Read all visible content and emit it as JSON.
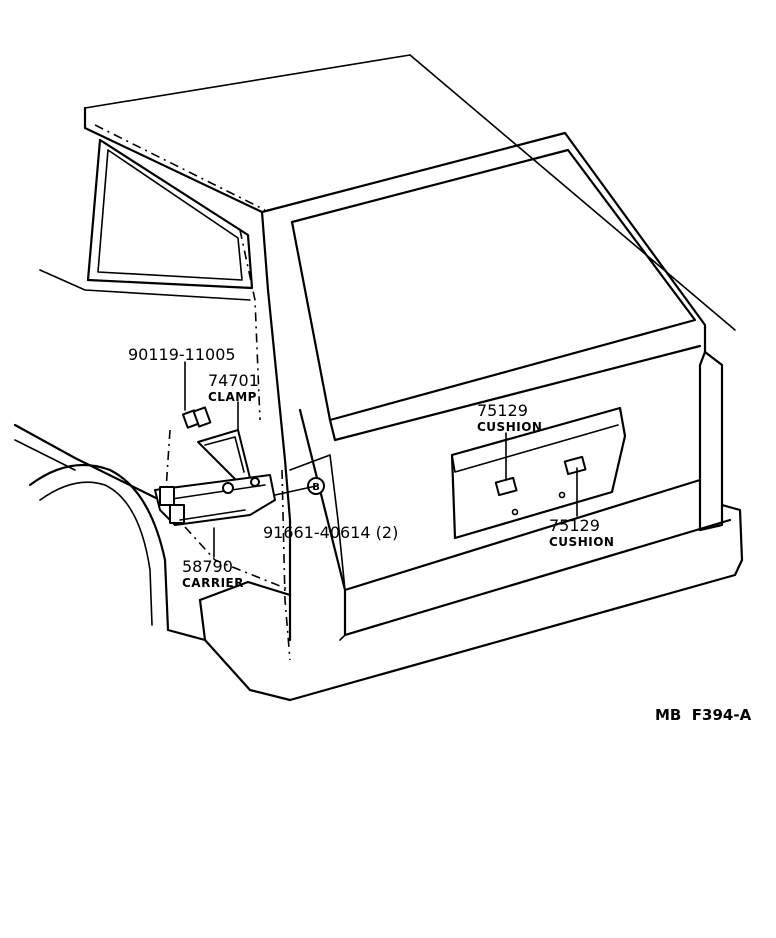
{
  "diagram": {
    "reference_code": "MB  F394-A",
    "bolt_marker": "B",
    "callouts": [
      {
        "id": "bolt",
        "part_number": "90119-11005",
        "name": ""
      },
      {
        "id": "clamp",
        "part_number": "74701",
        "name": "CLAMP"
      },
      {
        "id": "screw",
        "part_number": "91661-40614  (2)",
        "name": ""
      },
      {
        "id": "carrier",
        "part_number": "58790",
        "name": "CARRIER"
      },
      {
        "id": "cushion-upper",
        "part_number": "75129",
        "name": "CUSHION"
      },
      {
        "id": "cushion-lower",
        "part_number": "75129",
        "name": "CUSHION"
      }
    ]
  }
}
